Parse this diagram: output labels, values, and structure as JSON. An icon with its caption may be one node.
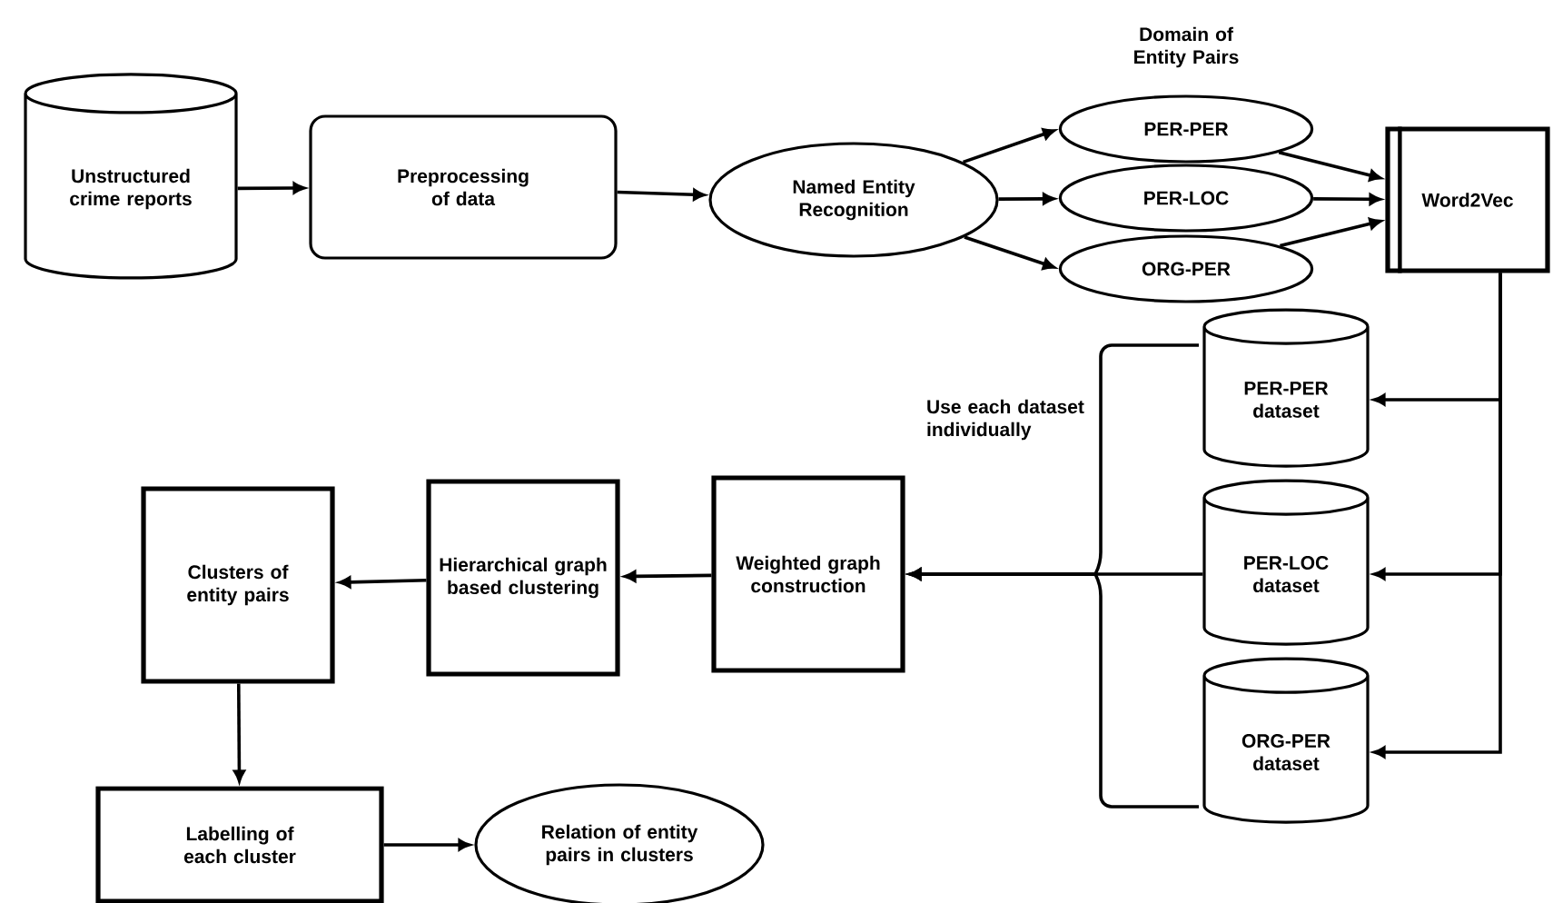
{
  "diagram": {
    "nodes": [
      {
        "text": [
          "Unstructured crime reports"
        ]
      },
      {
        "text": [
          "Preprocessing of data"
        ]
      },
      {
        "text": [
          "Named Entity Recognition"
        ]
      },
      {
        "text": [
          "PER-PER"
        ]
      },
      {
        "text": [
          "PER-LOC"
        ]
      },
      {
        "text": [
          "ORG-PER"
        ]
      },
      {
        "text": [
          "Word2Vec"
        ]
      },
      {
        "text": [
          "PER-PER dataset"
        ]
      },
      {
        "text": [
          "PER-LOC dataset"
        ]
      },
      {
        "text": [
          "ORG-PER dataset"
        ]
      },
      {
        "text": [
          "Weighted graph construction"
        ]
      },
      {
        "text": [
          "Hierarchical graph based clustering"
        ]
      },
      {
        "text": [
          "Clusters of entity pairs"
        ]
      },
      {
        "text": [
          "Labelling of each cluster"
        ]
      },
      {
        "text": [
          "Relation of entity pairs in clusters"
        ]
      }
    ],
    "edges": [
      {
        "from": 0,
        "to": 1,
        "arrow": "to"
      },
      {
        "from": 1,
        "to": 2,
        "arrow": "to"
      },
      {
        "from": 2,
        "to": 3,
        "arrow": "to"
      },
      {
        "from": 2,
        "to": 4,
        "arrow": "to"
      },
      {
        "from": 2,
        "to": 5,
        "arrow": "to"
      },
      {
        "from": 3,
        "to": 6,
        "arrow": "to"
      },
      {
        "from": 4,
        "to": 6,
        "arrow": "to"
      },
      {
        "from": 5,
        "to": 6,
        "arrow": "to"
      },
      {
        "from": 6,
        "to": 7,
        "arrow": "to"
      },
      {
        "from": 6,
        "to": 8,
        "arrow": "to"
      },
      {
        "from": 6,
        "to": 9,
        "arrow": "to"
      },
      {
        "from": 7,
        "to": 10,
        "arrow": "to"
      },
      {
        "from": 8,
        "to": 10,
        "arrow": "to"
      },
      {
        "from": 9,
        "to": 10,
        "arrow": "to"
      },
      {
        "from": 10,
        "to": 11,
        "arrow": "to"
      },
      {
        "from": 11,
        "to": 12,
        "arrow": "to"
      },
      {
        "from": 12,
        "to": 13,
        "arrow": "to"
      },
      {
        "from": 13,
        "to": 14,
        "arrow": "to"
      }
    ],
    "labels": [
      "Domain of Entity Pairs",
      "Use each dataset individually"
    ]
  }
}
